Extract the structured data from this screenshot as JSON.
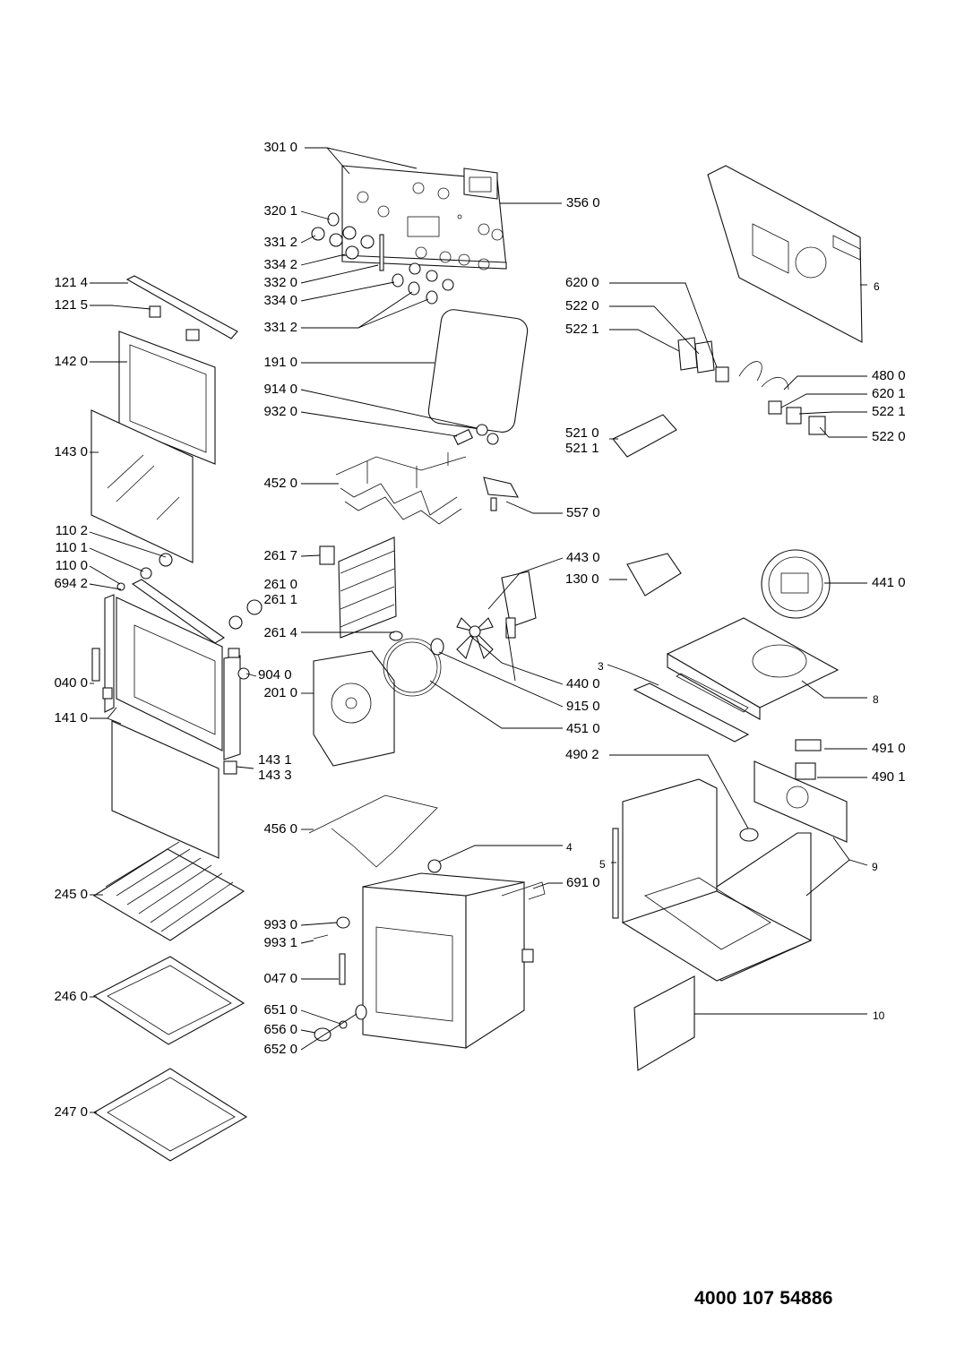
{
  "document_number": "4000 107 54886",
  "labels": [
    "301 0",
    "356 0",
    "320 1",
    "331 2",
    "334 2",
    "332 0",
    "334 0",
    "331 2",
    "121 4",
    "121 5",
    "142 0",
    "143 0",
    "191 0",
    "914 0",
    "932 0",
    "452 0",
    "557 0",
    "110 2",
    "110 1",
    "110 0",
    "694 2",
    "040 0",
    "141 0",
    "261 7",
    "261 0",
    "261 1",
    "261 4",
    "904 0",
    "201 0",
    "143 1",
    "143 3",
    "443 0",
    "440 0",
    "915 0",
    "451 0",
    "130 0",
    "441 0",
    "620 0",
    "522 0",
    "522 1",
    "480 0",
    "620 1",
    "522 1",
    "522 0",
    "521 0",
    "521 1",
    "6",
    "3",
    "8",
    "491 0",
    "490 2",
    "490 1",
    "456 0",
    "4",
    "691 0",
    "5",
    "9",
    "245 0",
    "993 0",
    "993 1",
    "047 0",
    "651 0",
    "656 0",
    "652 0",
    "246 0",
    "247 0",
    "10"
  ]
}
